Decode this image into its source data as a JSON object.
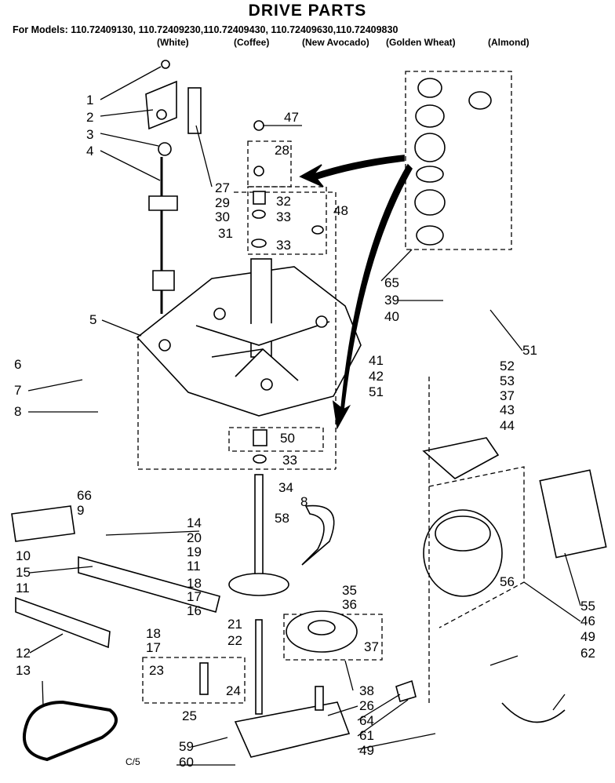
{
  "title": "DRIVE PARTS",
  "models_line": "For Models: 110.72409130, 110.72409230,110.72409430, 110.72409630,110.72409830",
  "colors": [
    "(White)",
    "(Coffee)",
    "(New Avocado)",
    "(Golden Wheat)",
    "(Almond)"
  ],
  "page_code": "C/5",
  "callouts": [
    "1",
    "2",
    "3",
    "4",
    "5",
    "6",
    "7",
    "8",
    "8",
    "9",
    "10",
    "11",
    "11",
    "12",
    "13",
    "14",
    "15",
    "16",
    "17",
    "17",
    "18",
    "18",
    "19",
    "20",
    "21",
    "22",
    "23",
    "24",
    "25",
    "26",
    "27",
    "28",
    "29",
    "30",
    "31",
    "32",
    "33",
    "33",
    "33",
    "34",
    "35",
    "36",
    "37",
    "37",
    "38",
    "39",
    "40",
    "41",
    "42",
    "43",
    "44",
    "46",
    "47",
    "48",
    "49",
    "49",
    "50",
    "51",
    "51",
    "52",
    "53",
    "55",
    "56",
    "58",
    "59",
    "60",
    "61",
    "62",
    "64",
    "65",
    "66"
  ]
}
